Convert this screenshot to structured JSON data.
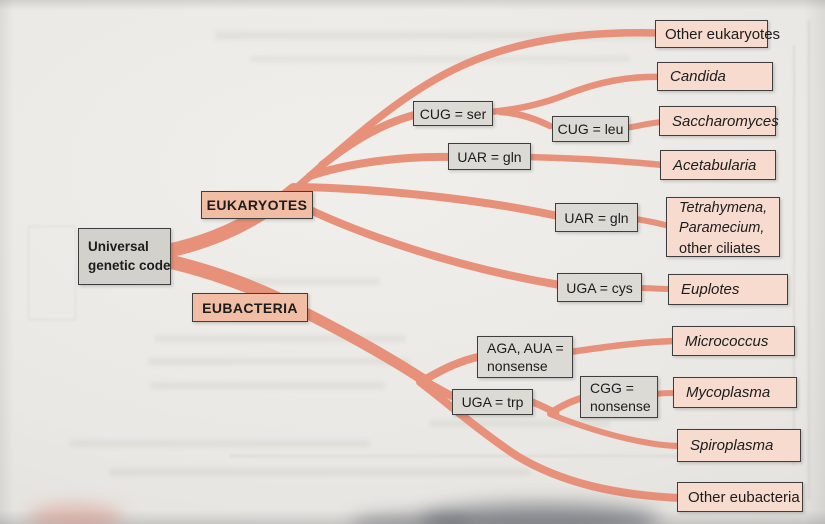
{
  "colors": {
    "branch": "#e8917a",
    "page_background": "#eae8e4",
    "root_box_bg": "#d3d1cb",
    "clade_box_bg": "#f1bda4",
    "codon_box_bg": "#dcdad4",
    "taxon_box_bg": "#f6dbce",
    "box_border": "#3e3e3e",
    "text": "#1c1c1c"
  },
  "diagram": {
    "root": {
      "line1": "Universal",
      "line2": "genetic code"
    },
    "clades": {
      "eukaryotes": "EUKARYOTES",
      "eubacteria": "EUBACTERIA"
    },
    "codon_changes": {
      "cug_ser": "CUG = ser",
      "cug_leu": "CUG = leu",
      "uar_gln_upper": "UAR = gln",
      "uar_gln_lower": "UAR = gln",
      "uga_cys": "UGA = cys",
      "aga_aua_line1": "AGA, AUA =",
      "aga_aua_line2": "nonsense",
      "uga_trp": "UGA = trp",
      "cgg_line1": "CGG =",
      "cgg_line2": "nonsense"
    },
    "taxa": {
      "other_eukaryotes": "Other eukaryotes",
      "candida": "Candida",
      "saccharomyces": "Saccharomyces",
      "acetabularia": "Acetabularia",
      "ciliates_line1": "Tetrahymena,",
      "ciliates_line2": "Paramecium,",
      "ciliates_line3": "other ciliates",
      "euplotes": "Euplotes",
      "micrococcus": "Micrococcus",
      "mycoplasma": "Mycoplasma",
      "spiroplasma": "Spiroplasma",
      "other_eubacteria": "Other eubacteria"
    }
  }
}
